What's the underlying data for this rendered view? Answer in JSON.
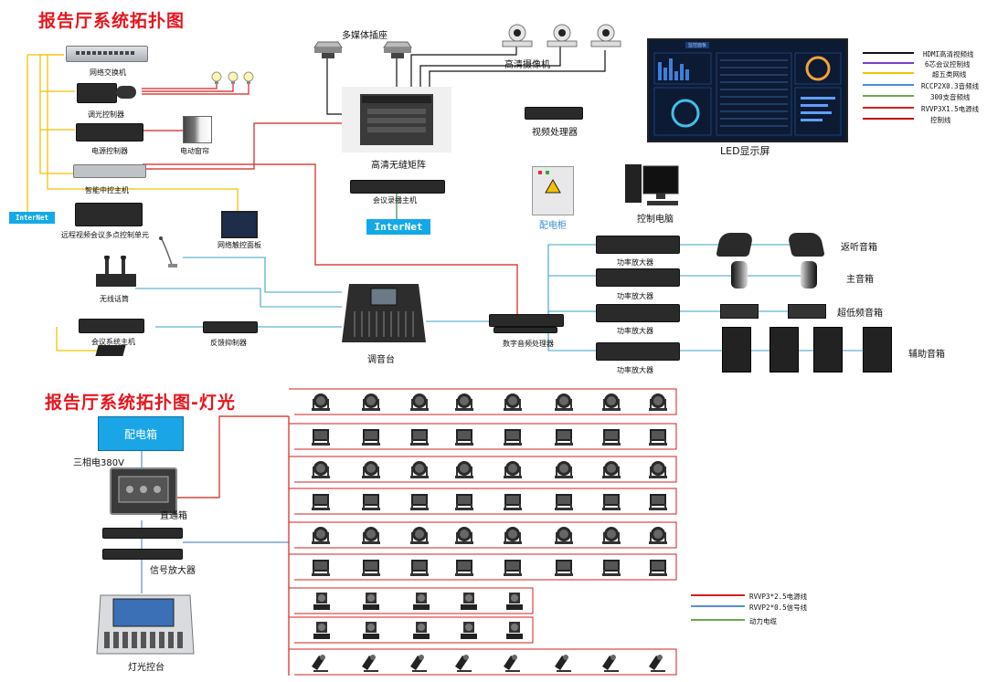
{
  "titles": {
    "system": "报告厅系统拓扑图",
    "lighting": "报告厅系统拓扑图-灯光"
  },
  "devices": {
    "network_switch": "网络交换机",
    "dimmer_controller": "调光控制器",
    "power_controller": "电源控制器",
    "electric_curtain": "电动窗帘",
    "smart_central_host": "智能中控主机",
    "internet_left": "InterNet",
    "mcu": "远程视频会议多点控制单元",
    "network_panel": "网络触控面板",
    "wireless_mic": "无线话筒",
    "conference_host": "会议系统主机",
    "feedback_suppressor": "反馈抑制器",
    "mixer": "调音台",
    "multimedia_socket": "多媒体插座",
    "hd_matrix": "高清无缝矩阵",
    "recording_host": "会议录播主机",
    "internet_center": "InterNet",
    "hd_camera": "高清摄像机",
    "video_processor": "视频处理器",
    "distribution_cabinet": "配电柜",
    "control_pc": "控制电脑",
    "led_screen": "LED显示屏",
    "dsp": "数字音频处理器",
    "amplifier": "功率放大器",
    "monitor_speaker": "返听音箱",
    "main_speaker": "主音箱",
    "subwoofer": "超低频音箱",
    "aux_speaker": "辅助音箱"
  },
  "led_screen_ui": {
    "header": "监控面板"
  },
  "legend_top": [
    {
      "label": "HDMI高清视频线",
      "color": "#111111"
    },
    {
      "label": "6芯会议控制线",
      "color": "#7b3fbf"
    },
    {
      "label": "超五类网线",
      "color": "#f2c200"
    },
    {
      "label": "RCCP2X0.3音频线",
      "color": "#4b8fd6"
    },
    {
      "label": "300支音频线",
      "color": "#6aa84f"
    },
    {
      "label": "RVVP3X1.5电源线",
      "color": "#d61f1f"
    },
    {
      "label": "控制线",
      "color": "#c00000"
    }
  ],
  "lighting": {
    "distribution_box": "配电箱",
    "three_phase": "三相电380V",
    "direct_box": "直通箱",
    "signal_amp": "信号放大器",
    "console": "灯光控台"
  },
  "legend_bottom": [
    {
      "label": "RVVP3*2.5电源线",
      "color": "#d61f1f"
    },
    {
      "label": "RVVP2*0.5信号线",
      "color": "#5a8fd0"
    },
    {
      "label": "动力电缆",
      "color": "#6aa84f"
    }
  ]
}
